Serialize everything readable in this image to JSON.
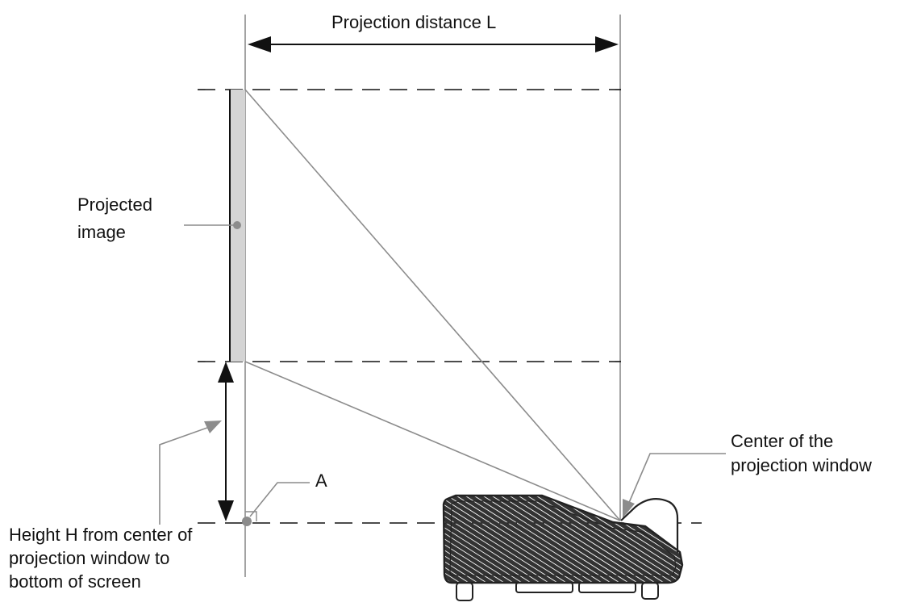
{
  "labels": {
    "projection_distance": "Projection distance L",
    "projected_image": [
      "Projected",
      "image"
    ],
    "center_window": [
      "Center of the",
      "projection window"
    ],
    "point_a": "A",
    "height_h": [
      "Height H from center of",
      "projection window to",
      "bottom of screen"
    ]
  },
  "colors": {
    "line": "#111111",
    "guide": "#8c8c8c",
    "screen_fill": "#d4d4d4",
    "projector_outline": "#222222",
    "projector_hatch": "#333333"
  }
}
